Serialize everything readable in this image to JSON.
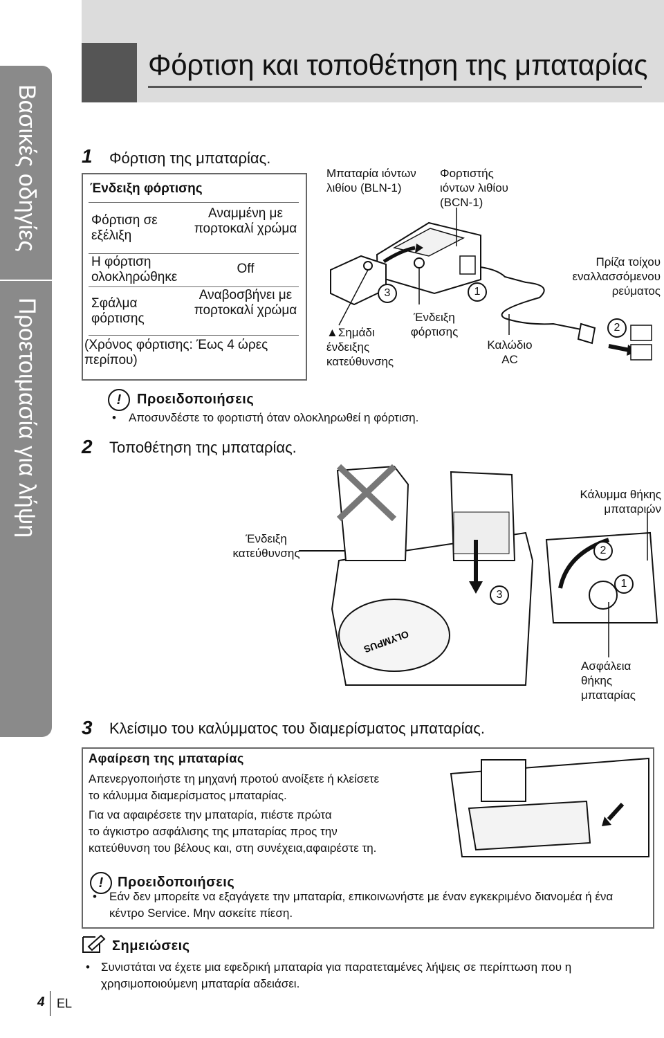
{
  "side_tab": {
    "top_label": "Βασικές οδηγίες",
    "bottom_label": "Προετοιμασία για λήψη"
  },
  "header": {
    "title": "Φόρτιση και τοποθέτηση της μπαταρίας"
  },
  "step1": {
    "number": "1",
    "text": "Φόρτιση της μπαταρίας.",
    "indicator_table": {
      "heading": "Ένδειξη φόρτισης",
      "rows": [
        {
          "status": "Φόρτιση σε εξέλιξη",
          "indicator": "Αναμμένη με πορτοκαλί χρώμα"
        },
        {
          "status": "Η φόρτιση ολοκληρώθηκε",
          "indicator": "Off"
        },
        {
          "status": "Σφάλμα φόρτισης",
          "indicator": "Αναβοσβήνει με πορτοκαλί χρώμα"
        }
      ],
      "charging_time": "(Χρόνος φόρτισης: Έως 4 ώρες περίπου)"
    },
    "diagram": {
      "battery_label": "Μπαταρία ιόντων λιθίου (BLN-1)",
      "charger_label": "Φορτιστής ιόντων λιθίου (BCN-1)",
      "mark_label": "▲Σημάδι ένδειξης κατεύθυνσης",
      "charge_indicator_label": "Ένδειξη φόρτισης",
      "ac_cable_label": "Καλώδιο AC",
      "wall_outlet_label": "Πρίζα τοίχου εναλλασσόμενου ρεύματος",
      "num1": "1",
      "num2": "2",
      "num3": "3"
    },
    "cautions": {
      "title": "Προειδοποιήσεις",
      "items": [
        "Αποσυνδέστε το φορτιστή όταν ολοκληρωθεί η φόρτιση."
      ]
    }
  },
  "step2": {
    "number": "2",
    "text": "Τοποθέτηση της μπαταρίας.",
    "direction_label": "Ένδειξη κατεύθυνσης",
    "cover_label": "Κάλυμμα θήκης μπαταριών",
    "lock_label": "Ασφάλεια θήκης μπαταρίας",
    "brand": "OLYMPUS",
    "num1": "1",
    "num2": "2",
    "num3": "3"
  },
  "step3": {
    "number": "3",
    "text": "Κλείσιμο του καλύμματος του διαμερίσματος μπαταρίας."
  },
  "removal": {
    "title": "Αφαίρεση της μπαταρίας",
    "lines": [
      "Απενεργοποιήστε τη μηχανή προτού ανοίξετε ή κλείσετε",
      "το κάλυμμα διαμερίσματος μπαταρίας.",
      "Για να αφαιρέσετε την μπαταρία, πιέστε πρώτα",
      "το άγκιστρο ασφάλισης της μπαταρίας προς την",
      "κατεύθυνση του βέλους και, στη συνέχεια,αφαιρέστε τη."
    ],
    "cautions_title": "Προειδοποιήσεις",
    "cautions_items": [
      "Εάν δεν μπορείτε να εξαγάγετε την μπαταρία, επικοινωνήστε με έναν εγκεκριμένο διανομέα ή ένα κέντρο Service. Μην ασκείτε πίεση."
    ]
  },
  "notes": {
    "title": "Σημειώσεις",
    "items": [
      "Συνιστάται να έχετε μια εφεδρική μπαταρία για παρατεταμένες λήψεις σε περίπτωση που η χρησιμοποιούμενη μπαταρία αδειάσει."
    ]
  },
  "footer": {
    "page_number": "4",
    "language": "EL"
  },
  "icons": {
    "caution": "caution-icon",
    "note": "note-pencil-icon"
  }
}
